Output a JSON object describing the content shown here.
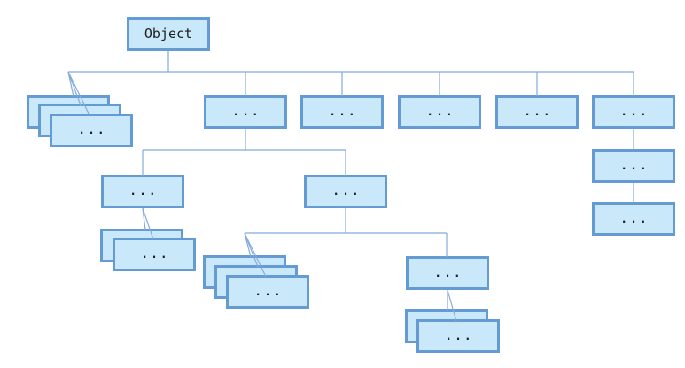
{
  "labels": {
    "object": "Object",
    "ellipsis": "..."
  },
  "colors": {
    "box_fill": "#c9e8fa",
    "box_border": "#649bd3",
    "connector": "#85abdc",
    "text": "#1f1f1f",
    "background": "#ffffff"
  },
  "tree": {
    "root": {
      "label": "Object",
      "children": [
        {
          "type": "stack",
          "count": 3,
          "label": "..."
        },
        {
          "label": "...",
          "children": [
            {
              "label": "...",
              "children": [
                {
                  "type": "stack",
                  "count": 2,
                  "label": "..."
                }
              ]
            },
            {
              "label": "...",
              "children": [
                {
                  "type": "stack",
                  "count": 3,
                  "label": "..."
                },
                {
                  "label": "...",
                  "children": [
                    {
                      "type": "stack",
                      "count": 2,
                      "label": "..."
                    }
                  ]
                }
              ]
            }
          ]
        },
        {
          "label": "..."
        },
        {
          "label": "..."
        },
        {
          "label": "..."
        },
        {
          "label": "...",
          "children": [
            {
              "label": "...",
              "children": [
                {
                  "label": "..."
                }
              ]
            }
          ]
        }
      ]
    }
  }
}
